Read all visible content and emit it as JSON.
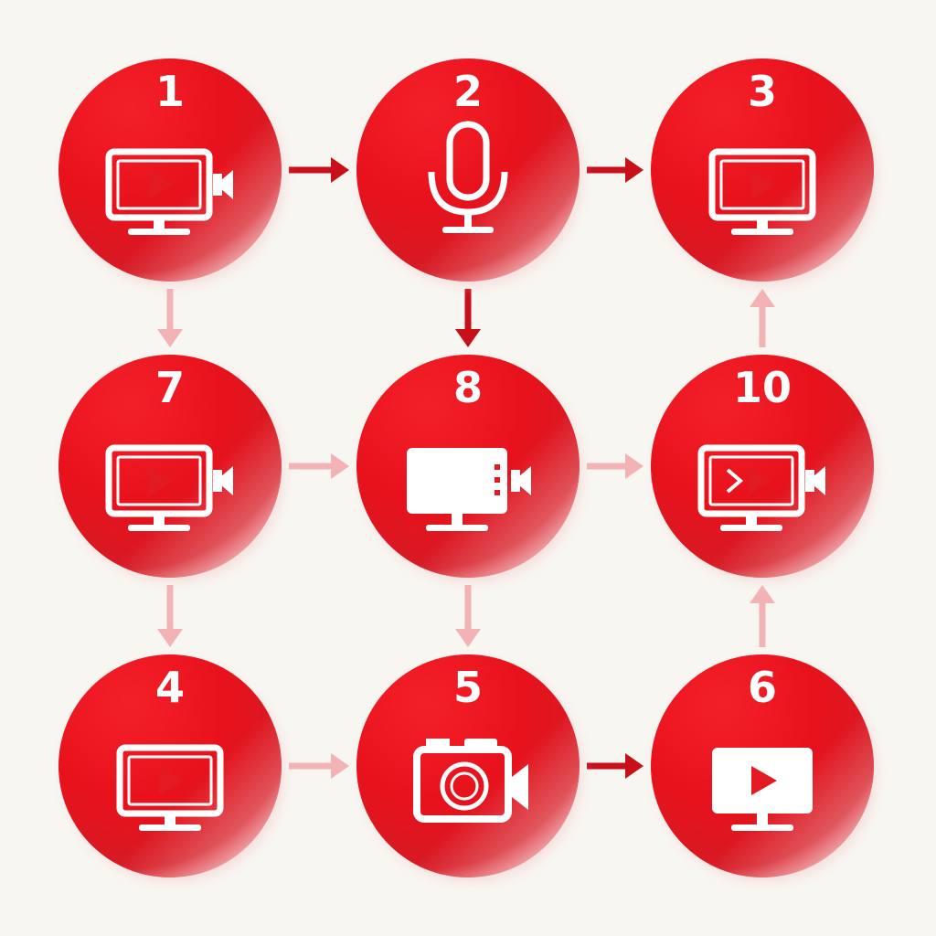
{
  "colors": {
    "background": "#f8f6f1",
    "node_red": "#e8121c",
    "node_dark": "#c20b16",
    "node_light": "#f6c2c4",
    "arrow_dark": "#c8101a",
    "arrow_light": "#f3b2b4",
    "icon": "#ffffff",
    "play": "#e41a22"
  },
  "nodes": [
    {
      "id": "n1",
      "number": "1",
      "icon": "monitor-camera-icon"
    },
    {
      "id": "n2",
      "number": "2",
      "icon": "microphone-icon"
    },
    {
      "id": "n3",
      "number": "3",
      "icon": "monitor-play-icon"
    },
    {
      "id": "n7",
      "number": "7",
      "icon": "monitor-camera-icon"
    },
    {
      "id": "n8",
      "number": "8",
      "icon": "monitor-camera-blank-icon"
    },
    {
      "id": "n10",
      "number": "10",
      "icon": "monitor-camera-rewind-icon"
    },
    {
      "id": "n4",
      "number": "4",
      "icon": "monitor-play-icon"
    },
    {
      "id": "n5",
      "number": "5",
      "icon": "camera-icon"
    },
    {
      "id": "n6",
      "number": "6",
      "icon": "monitor-play-solid-icon"
    }
  ],
  "edges": [
    {
      "from": "1",
      "to": "2",
      "style": "dark"
    },
    {
      "from": "2",
      "to": "3",
      "style": "dark"
    },
    {
      "from": "1",
      "to": "7",
      "style": "light"
    },
    {
      "from": "2",
      "to": "8",
      "style": "dark"
    },
    {
      "from": "10",
      "to": "3",
      "style": "light"
    },
    {
      "from": "7",
      "to": "8",
      "style": "light"
    },
    {
      "from": "8",
      "to": "10",
      "style": "light"
    },
    {
      "from": "7",
      "to": "4",
      "style": "light"
    },
    {
      "from": "8",
      "to": "5",
      "style": "light"
    },
    {
      "from": "6",
      "to": "10",
      "style": "light"
    },
    {
      "from": "4",
      "to": "5",
      "style": "light"
    },
    {
      "from": "5",
      "to": "6",
      "style": "dark"
    }
  ]
}
